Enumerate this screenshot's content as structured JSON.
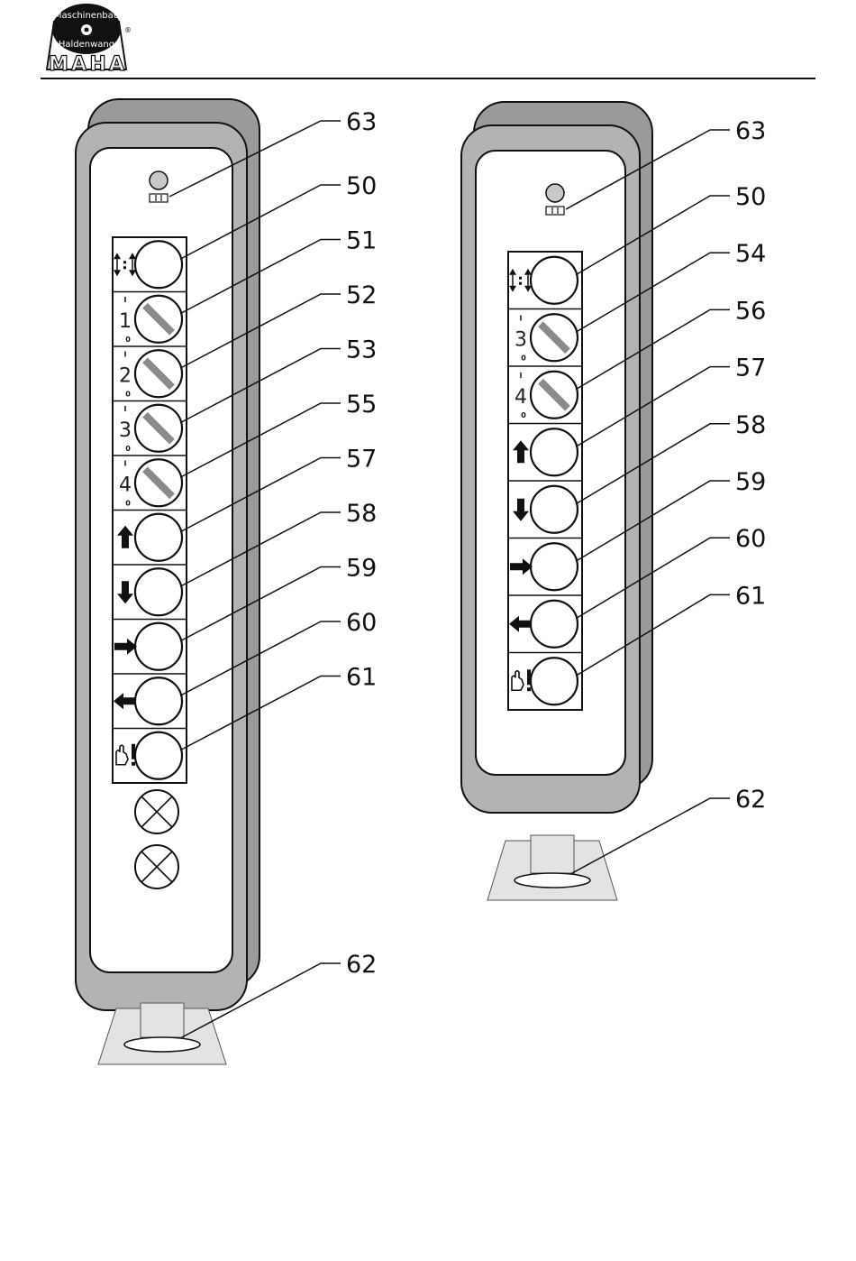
{
  "header": {
    "logo": {
      "top_text": "Maschinenbau",
      "bottom_text": "Haldenwang",
      "brand": "MAHA",
      "registered_mark": "®"
    }
  },
  "colors": {
    "housing": "#b3b3b3",
    "housing_dark": "#9a9a9a",
    "panel": "#ffffff",
    "outline": "#111111",
    "switch_slash": "#8a8a8a",
    "stand": "#e3e3e3"
  },
  "pendant_left": {
    "lamp_label": "63",
    "buttons": [
      {
        "label": "50",
        "symbol": "lift-up-down-icon"
      },
      {
        "label": "51",
        "symbol": "selector-switch",
        "position_number": "1",
        "pos_on": "I",
        "pos_off": "0"
      },
      {
        "label": "52",
        "symbol": "selector-switch",
        "position_number": "2",
        "pos_on": "I",
        "pos_off": "0"
      },
      {
        "label": "53",
        "symbol": "selector-switch",
        "position_number": "3",
        "pos_on": "I",
        "pos_off": "0"
      },
      {
        "label": "55",
        "symbol": "selector-switch",
        "position_number": "4",
        "pos_on": "I",
        "pos_off": "0"
      },
      {
        "label": "57",
        "symbol": "arrow-up-icon"
      },
      {
        "label": "58",
        "symbol": "arrow-down-icon"
      },
      {
        "label": "59",
        "symbol": "arrow-right-icon"
      },
      {
        "label": "60",
        "symbol": "arrow-left-icon"
      },
      {
        "label": "61",
        "symbol": "hand-warning-icon"
      }
    ],
    "indicator_lamps": 2,
    "stand_label": "62"
  },
  "pendant_right": {
    "lamp_label": "63",
    "buttons": [
      {
        "label": "50",
        "symbol": "lift-up-down-icon"
      },
      {
        "label": "54",
        "symbol": "selector-switch",
        "position_number": "3",
        "pos_on": "I",
        "pos_off": "0"
      },
      {
        "label": "56",
        "symbol": "selector-switch",
        "position_number": "4",
        "pos_on": "I",
        "pos_off": "0"
      },
      {
        "label": "57",
        "symbol": "arrow-up-icon"
      },
      {
        "label": "58",
        "symbol": "arrow-down-icon"
      },
      {
        "label": "59",
        "symbol": "arrow-right-icon"
      },
      {
        "label": "60",
        "symbol": "arrow-left-icon"
      },
      {
        "label": "61",
        "symbol": "hand-warning-icon"
      }
    ],
    "stand_label": "62"
  }
}
